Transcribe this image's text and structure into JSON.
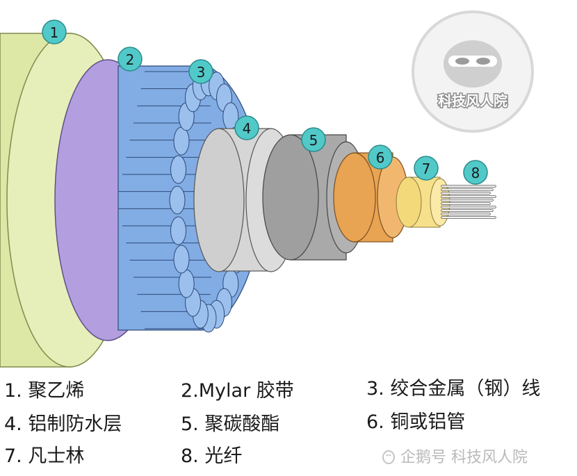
{
  "markers": [
    "1",
    "2",
    "3",
    "4",
    "5",
    "6",
    "7",
    "8"
  ],
  "legend": [
    "1. 聚乙烯",
    "2.Mylar 胶带",
    "3. 绞合金属（钢）线",
    "4. 铝制防水层",
    "5. 聚碳酸酯",
    "6. 铜或铝管",
    "7. 凡士林",
    "8. 光纤"
  ],
  "watermark": {
    "name": "科技风人院",
    "footer": "企鹅号 科技风人院"
  },
  "colors": {
    "polyethylene": "#dde8a6",
    "mylar": "#b39fe0",
    "steel_wire": "#82ace4",
    "aluminum": "#d6d6d6",
    "polycarbonate": "#a9a9a9",
    "copper_tube": "#e8a353",
    "vaseline": "#f6e08c",
    "fiber": "#f2f2f2",
    "marker": "#52c9c9"
  }
}
